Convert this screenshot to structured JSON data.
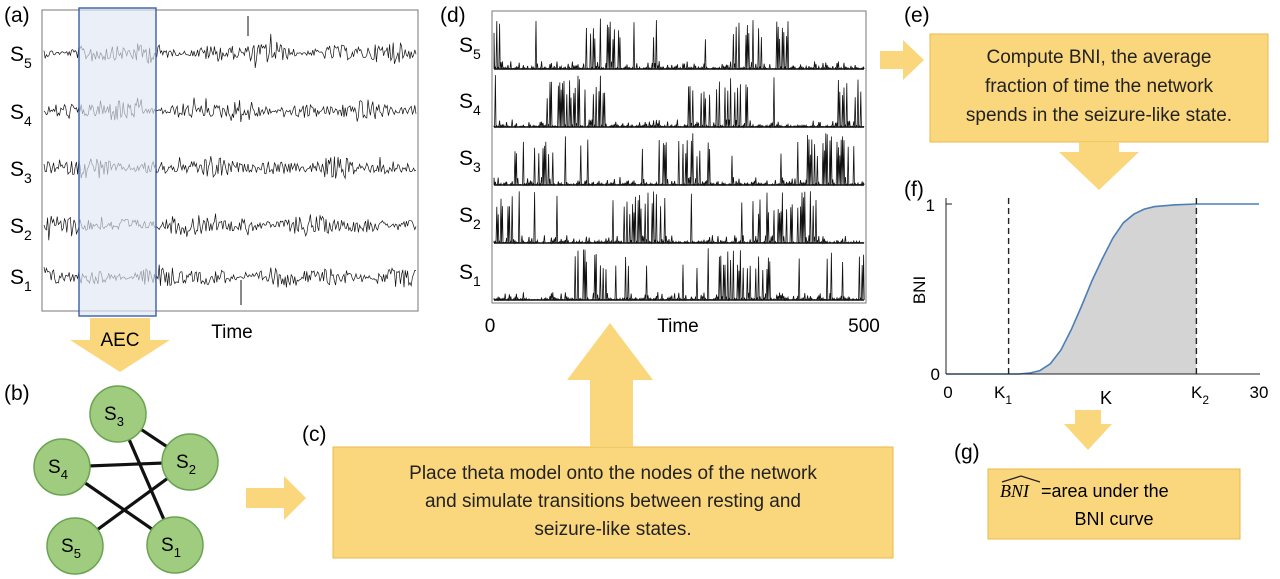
{
  "panels": {
    "a": {
      "label": "(a)",
      "xlabel": "Time",
      "signals": [
        {
          "base": "S",
          "sub": "5"
        },
        {
          "base": "S",
          "sub": "4"
        },
        {
          "base": "S",
          "sub": "3"
        },
        {
          "base": "S",
          "sub": "2"
        },
        {
          "base": "S",
          "sub": "1"
        }
      ]
    },
    "aec_label": "AEC",
    "b": {
      "label": "(b)",
      "nodes": [
        {
          "base": "S",
          "sub": "3"
        },
        {
          "base": "S",
          "sub": "4"
        },
        {
          "base": "S",
          "sub": "2"
        },
        {
          "base": "S",
          "sub": "5"
        },
        {
          "base": "S",
          "sub": "1"
        }
      ]
    },
    "c": {
      "label": "(c)",
      "lines": [
        "Place theta model onto the nodes of the network",
        "and simulate transitions between resting and",
        "seizure-like states."
      ]
    },
    "d": {
      "label": "(d)",
      "xlabel": "Time",
      "xmin": "0",
      "xmax": "500",
      "signals": [
        {
          "base": "S",
          "sub": "5"
        },
        {
          "base": "S",
          "sub": "4"
        },
        {
          "base": "S",
          "sub": "3"
        },
        {
          "base": "S",
          "sub": "2"
        },
        {
          "base": "S",
          "sub": "1"
        }
      ]
    },
    "e": {
      "label": "(e)",
      "lines": [
        "Compute BNI, the average",
        "fraction of time the network",
        "spends in the seizure-like state."
      ]
    },
    "f": {
      "label": "(f)",
      "ylabel": "BNI",
      "xlabel": "K",
      "ytick_top": "1",
      "ytick_bottom": "0",
      "xtick_left": "0",
      "xtick_right": "30",
      "k1": {
        "base": "K",
        "sub": "1"
      },
      "k2": {
        "base": "K",
        "sub": "2"
      }
    },
    "g": {
      "label": "(g)",
      "formula_hat": "BNI",
      "line1_rest": " =area under the",
      "line2": "BNI curve"
    }
  },
  "colors": {
    "box_fill": "#fad77c",
    "arrow_fill": "#fad77c",
    "node_fill": "#9fcc7f",
    "node_stroke": "#6aa350",
    "window_fill": "#dfe7f4",
    "window_stroke": "#3b5ea8",
    "curve": "#4b7fb8",
    "area_fill": "#d4d4d4"
  },
  "chart_data": {
    "type": "area",
    "title": "",
    "xlabel": "K",
    "ylabel": "BNI",
    "xlim": [
      0,
      30
    ],
    "ylim": [
      0,
      1
    ],
    "x": [
      0,
      3,
      5,
      6,
      7,
      8,
      9,
      10,
      11,
      12,
      13,
      14,
      15,
      16,
      17,
      18,
      19,
      20,
      22,
      24,
      26,
      28,
      30
    ],
    "series": [
      {
        "values": [
          0,
          0,
          0,
          0,
          0,
          0.005,
          0.02,
          0.06,
          0.14,
          0.26,
          0.4,
          0.55,
          0.68,
          0.8,
          0.89,
          0.94,
          0.97,
          0.985,
          0.995,
          1.0,
          1.0,
          1.0,
          1.0
        ]
      }
    ],
    "markers": {
      "K1": 6,
      "K2": 24
    }
  }
}
